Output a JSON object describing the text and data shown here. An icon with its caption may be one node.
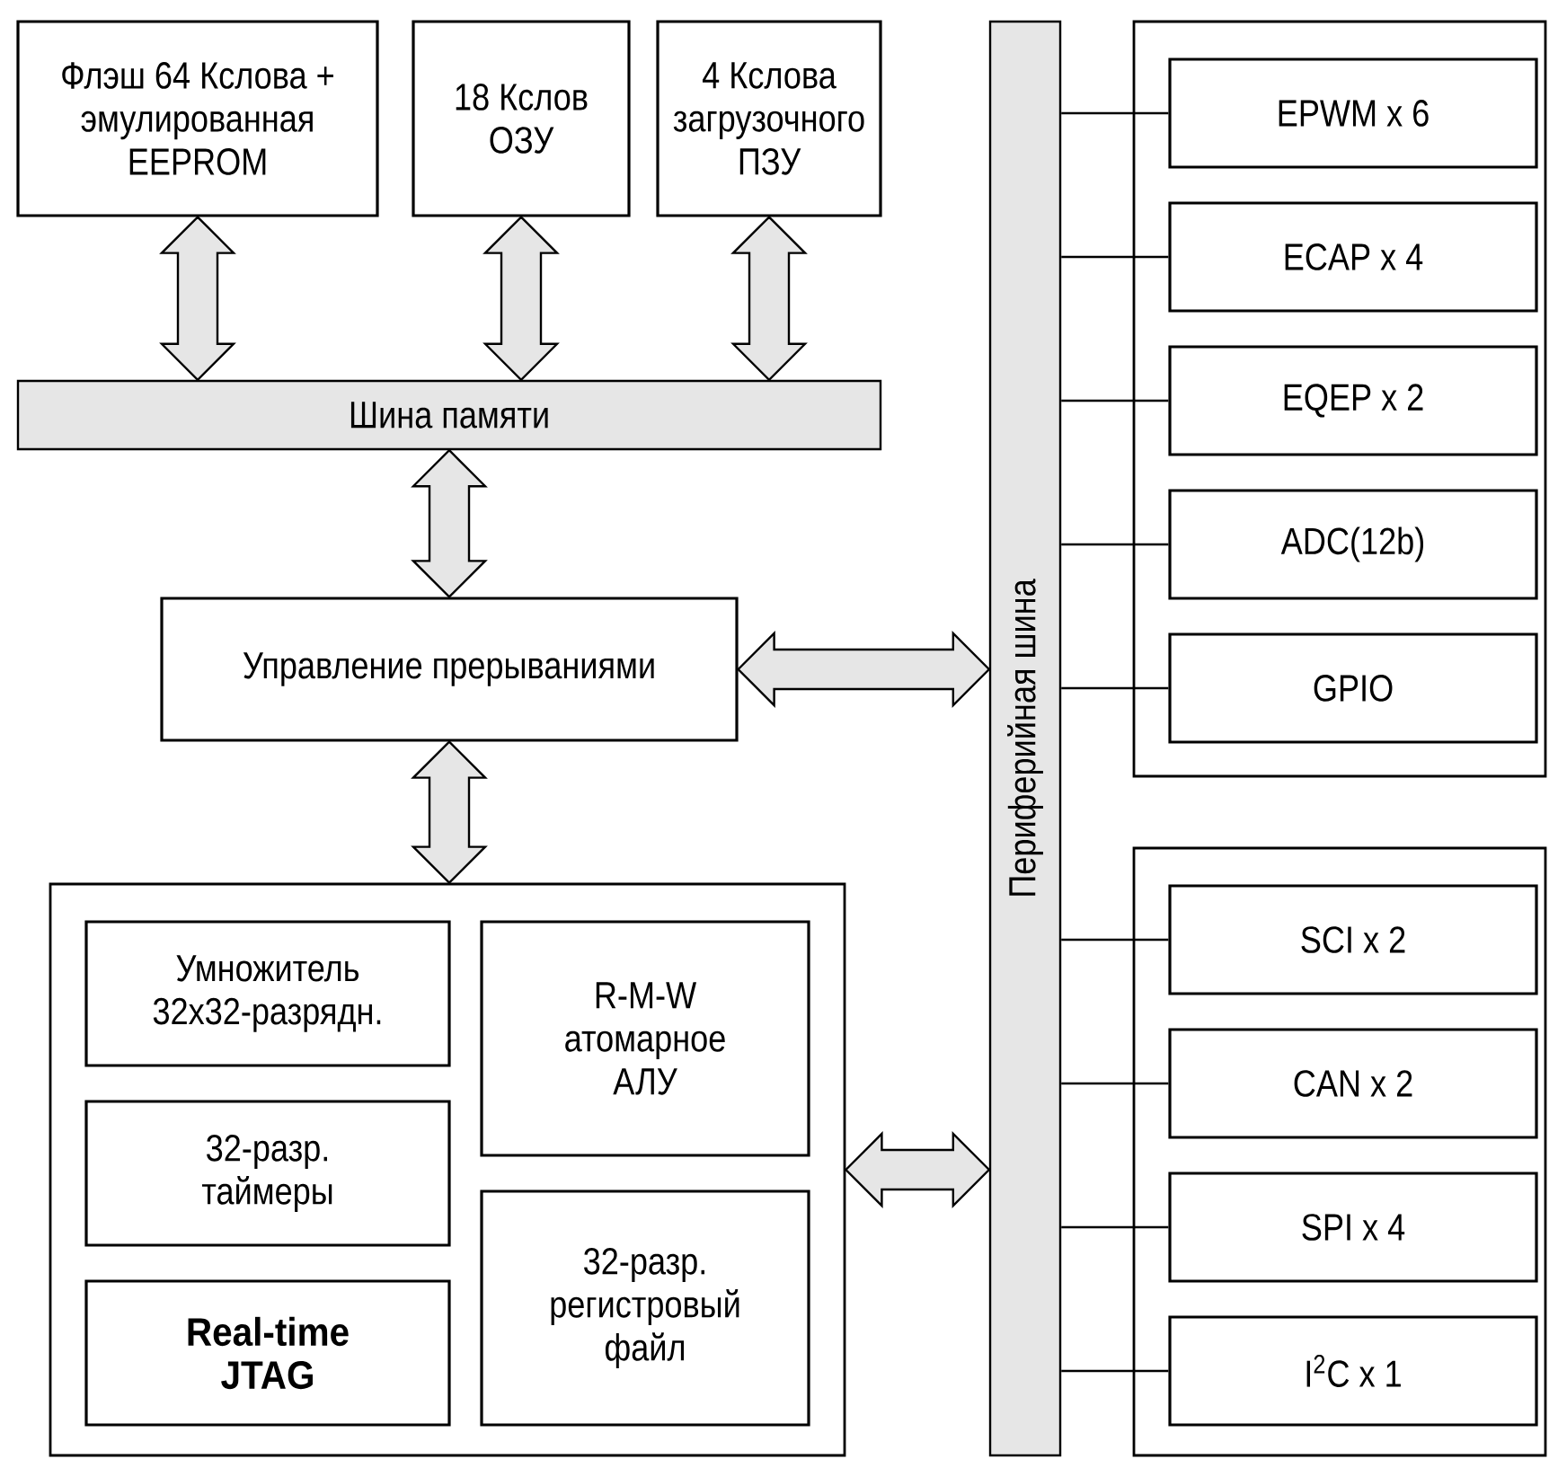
{
  "diagram": {
    "nodes": [
      {
        "text": [
          "Флэш 64 Кслова + эмулированная EEPROM"
        ]
      },
      {
        "text": [
          "18 Кслов ОЗУ"
        ]
      },
      {
        "text": [
          "4 Кслова загрузочного ПЗУ"
        ]
      },
      {
        "text": [
          "Шина памяти"
        ]
      },
      {
        "text": [
          "Управление прерываниями"
        ]
      },
      {
        "text": [],
        "shape": "box"
      },
      {
        "text": [
          "Умножитель 32x32-разрядн."
        ],
        "in": 5
      },
      {
        "text": [
          "32-разр. таймеры"
        ],
        "in": 5
      },
      {
        "text": [
          "Real-time JTAG"
        ],
        "in": 5
      },
      {
        "text": [
          "R-M-W атомарное АЛУ"
        ],
        "in": 5
      },
      {
        "text": [
          "32-разр. регистровый файл"
        ],
        "in": 5
      },
      {
        "text": [
          "Периферийная шина"
        ]
      },
      {
        "text": [],
        "shape": "box"
      },
      {
        "text": [
          "EPWM x 6"
        ],
        "in": 12
      },
      {
        "text": [
          "ECAP x 4"
        ],
        "in": 12
      },
      {
        "text": [
          "EQEP x 2"
        ],
        "in": 12
      },
      {
        "text": [
          "ADC(12b)"
        ],
        "in": 12
      },
      {
        "text": [
          "GPIO"
        ],
        "in": 12
      },
      {
        "text": [],
        "shape": "box"
      },
      {
        "text": [
          "SCI x 2"
        ],
        "in": 18
      },
      {
        "text": [
          "CAN x 2"
        ],
        "in": 18
      },
      {
        "text": [
          "SPI x 4"
        ],
        "in": 18
      },
      {
        "text": [
          "I$^{2}$C x 1"
        ],
        "in": 18
      }
    ],
    "edges": [
      {
        "from": 0,
        "to": 3,
        "arrow": "both"
      },
      {
        "from": 1,
        "to": 3,
        "arrow": "both"
      },
      {
        "from": 2,
        "to": 3,
        "arrow": "both"
      },
      {
        "from": 3,
        "to": 4,
        "arrow": "both"
      },
      {
        "from": 4,
        "to": 5,
        "arrow": "both"
      },
      {
        "from": 4,
        "to": 11,
        "arrow": "both"
      },
      {
        "from": 5,
        "to": 11,
        "arrow": "both"
      },
      {
        "from": 11,
        "to": 13,
        "arrow": "none"
      },
      {
        "from": 11,
        "to": 14,
        "arrow": "none"
      },
      {
        "from": 11,
        "to": 15,
        "arrow": "none"
      },
      {
        "from": 11,
        "to": 16,
        "arrow": "none"
      },
      {
        "from": 11,
        "to": 17,
        "arrow": "none"
      },
      {
        "from": 11,
        "to": 19,
        "arrow": "none"
      },
      {
        "from": 11,
        "to": 20,
        "arrow": "none"
      },
      {
        "from": 11,
        "to": 21,
        "arrow": "none"
      },
      {
        "from": 11,
        "to": 22,
        "arrow": "none"
      }
    ]
  }
}
